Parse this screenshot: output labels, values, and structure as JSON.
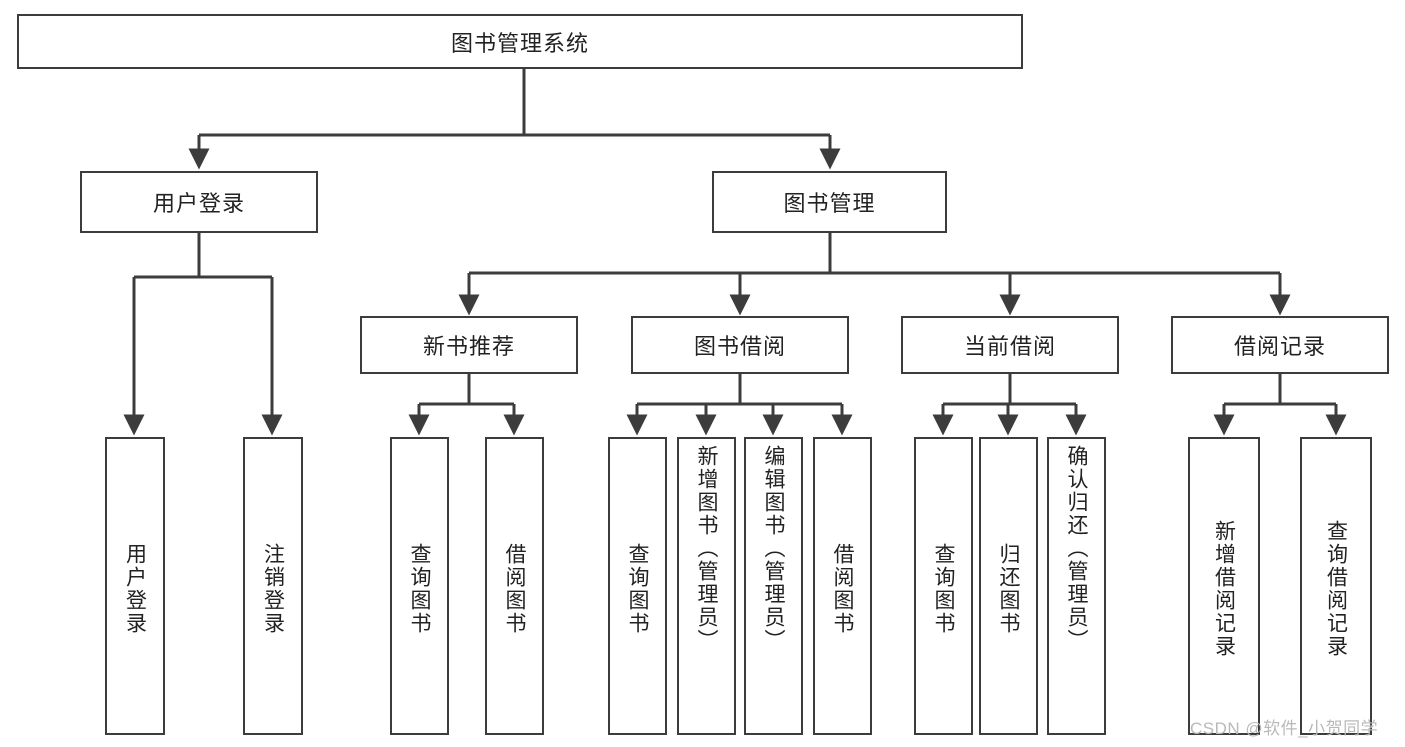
{
  "diagram": {
    "title": "图书管理系统",
    "type": "hierarchy-tree",
    "root": {
      "id": "root",
      "label": "图书管理系统",
      "orientation": "horizontal"
    },
    "level2": [
      {
        "id": "user-login",
        "label": "用户登录",
        "orientation": "horizontal"
      },
      {
        "id": "book-manage",
        "label": "图书管理",
        "orientation": "horizontal"
      }
    ],
    "level3": [
      {
        "id": "new-book-rec",
        "label": "新书推荐",
        "orientation": "horizontal",
        "parent": "book-manage"
      },
      {
        "id": "book-borrow",
        "label": "图书借阅",
        "orientation": "horizontal",
        "parent": "book-manage"
      },
      {
        "id": "current-borrow",
        "label": "当前借阅",
        "orientation": "horizontal",
        "parent": "book-manage"
      },
      {
        "id": "borrow-record",
        "label": "借阅记录",
        "orientation": "horizontal",
        "parent": "book-manage"
      }
    ],
    "leaves": [
      {
        "id": "leaf-user-login",
        "label": "用户登录",
        "parent": "user-login"
      },
      {
        "id": "leaf-logout-login",
        "label": "注销登录",
        "parent": "user-login"
      },
      {
        "id": "leaf-query-book-rec",
        "label": "查询图书",
        "parent": "new-book-rec"
      },
      {
        "id": "leaf-borrow-book-rec",
        "label": "借阅图书",
        "parent": "new-book-rec"
      },
      {
        "id": "leaf-query-book-borrow",
        "label": "查询图书",
        "parent": "book-borrow"
      },
      {
        "id": "leaf-add-book-admin",
        "label": "新增图书（管理员）",
        "parent": "book-borrow"
      },
      {
        "id": "leaf-edit-book-admin",
        "label": "编辑图书（管理员）",
        "parent": "book-borrow"
      },
      {
        "id": "leaf-borrow-book",
        "label": "借阅图书",
        "parent": "book-borrow"
      },
      {
        "id": "leaf-query-book-current",
        "label": "查询图书",
        "parent": "current-borrow"
      },
      {
        "id": "leaf-return-book",
        "label": "归还图书",
        "parent": "current-borrow"
      },
      {
        "id": "leaf-confirm-return-admin",
        "label": "确认归还（管理员）",
        "parent": "current-borrow"
      },
      {
        "id": "leaf-add-borrow-record",
        "label": "新增借阅记录",
        "parent": "borrow-record"
      },
      {
        "id": "leaf-query-borrow-record",
        "label": "查询借阅记录",
        "parent": "borrow-record"
      }
    ],
    "colors": {
      "stroke": "#3c3c3c",
      "text": "#222222",
      "background": "#ffffff",
      "watermark": "#b9b9b9"
    }
  },
  "watermark": {
    "text": "CSDN @软件_小贺同学"
  }
}
